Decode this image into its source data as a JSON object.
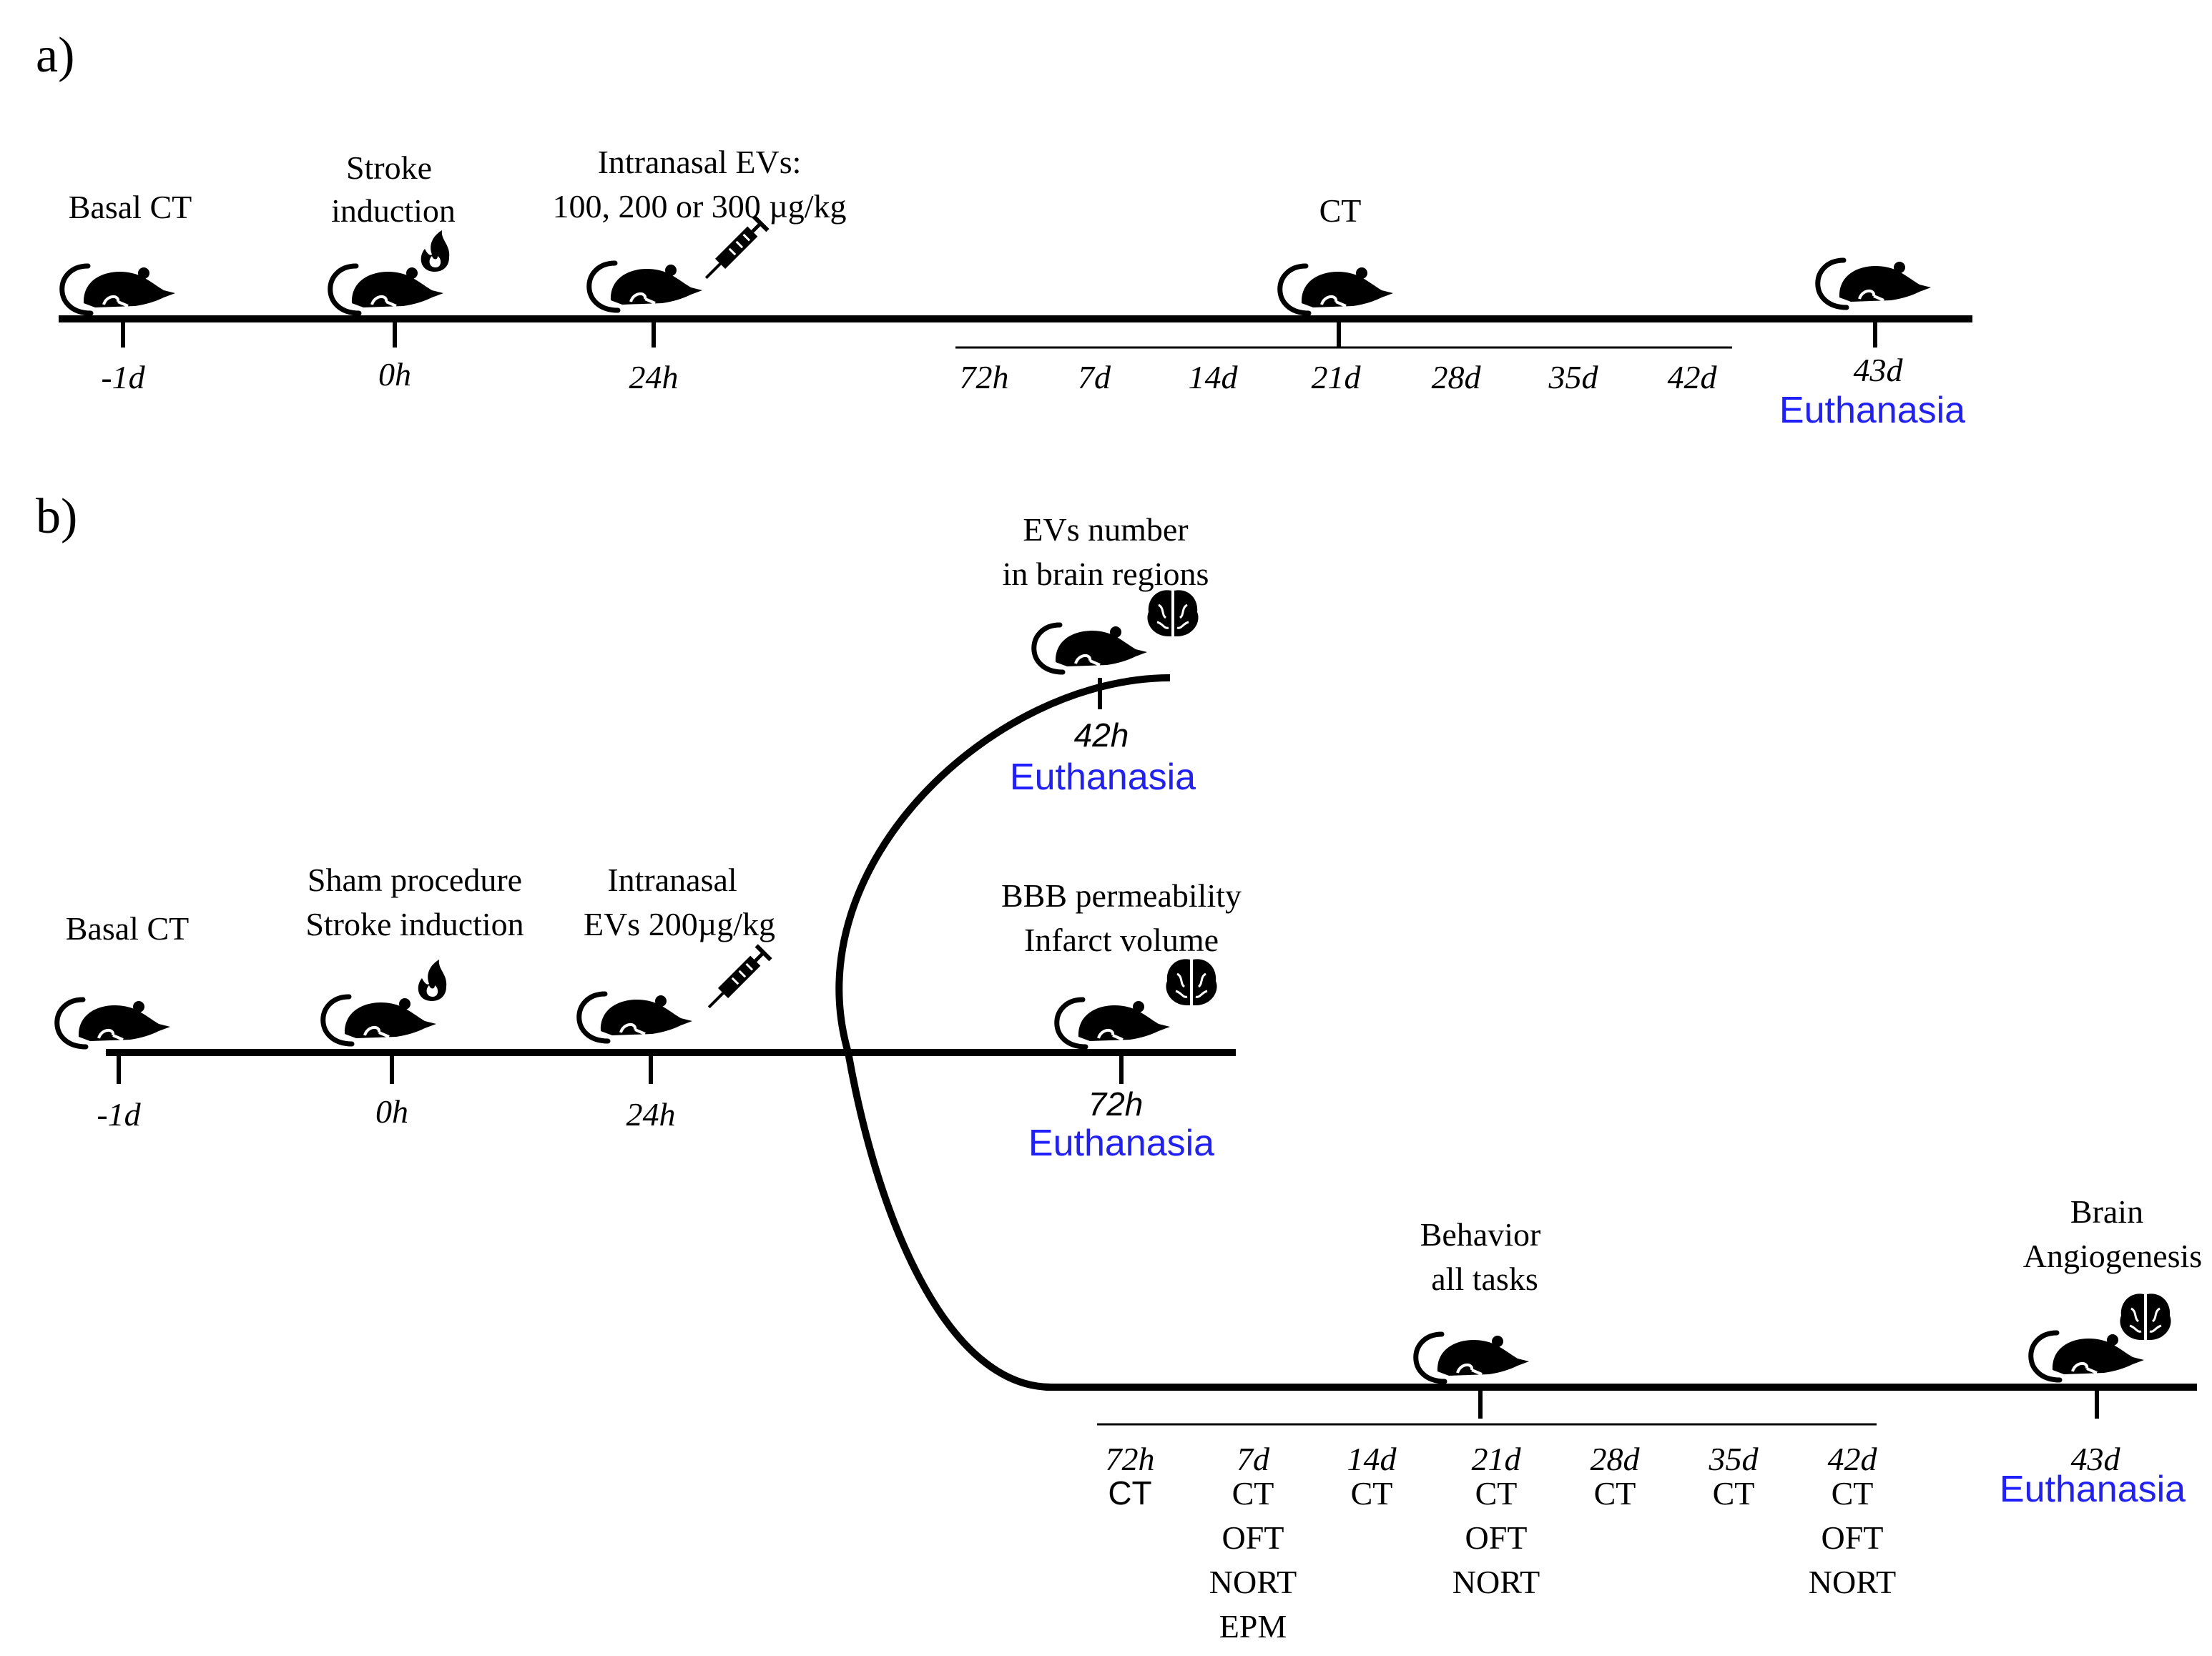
{
  "colors": {
    "euthanasia": "#1f1fff",
    "ink": "#000000"
  },
  "icons": [
    "mouse-icon",
    "flame-icon",
    "syringe-icon",
    "brain-icon"
  ],
  "panel_a": {
    "label": "a)",
    "events": {
      "basal": "Basal CT",
      "stroke_1": "Stroke",
      "stroke_2": "induction",
      "evs_1": "Intranasal EVs:",
      "evs_2": "100, 200 or 300 µg/kg",
      "ct": "CT"
    },
    "ticks": [
      "-1d",
      "0h",
      "24h",
      "72h",
      "7d",
      "14d",
      "21d",
      "28d",
      "35d",
      "42d",
      "43d"
    ],
    "euthanasia": "Euthanasia"
  },
  "panel_b": {
    "label": "b)",
    "events": {
      "basal": "Basal CT",
      "sham": "Sham procedure",
      "stroke": "Stroke induction",
      "evs_1": "Intranasal",
      "evs_2": "EVs 200µg/kg"
    },
    "main_ticks": [
      "-1d",
      "0h",
      "24h"
    ],
    "branch_42h": {
      "label_1": "EVs number",
      "label_2": "in brain regions",
      "tick": "42h",
      "euthanasia": "Euthanasia"
    },
    "branch_72h": {
      "label_1": "BBB permeability",
      "label_2": "Infarct volume",
      "tick": "72h",
      "euthanasia": "Euthanasia"
    },
    "branch_long": {
      "behavior_1": "Behavior",
      "behavior_2": "all tasks",
      "brain_1": "Brain",
      "brain_2": "Angiogenesis",
      "end_tick": "43d",
      "euthanasia": "Euthanasia",
      "timepoints": [
        {
          "tick": "72h",
          "tests": [
            "CT"
          ]
        },
        {
          "tick": "7d",
          "tests": [
            "CT",
            "OFT",
            "NORT",
            "EPM"
          ]
        },
        {
          "tick": "14d",
          "tests": [
            "CT"
          ]
        },
        {
          "tick": "21d",
          "tests": [
            "CT",
            "OFT",
            "NORT"
          ]
        },
        {
          "tick": "28d",
          "tests": [
            "CT"
          ]
        },
        {
          "tick": "35d",
          "tests": [
            "CT"
          ]
        },
        {
          "tick": "42d",
          "tests": [
            "CT",
            "OFT",
            "NORT"
          ]
        }
      ]
    }
  }
}
